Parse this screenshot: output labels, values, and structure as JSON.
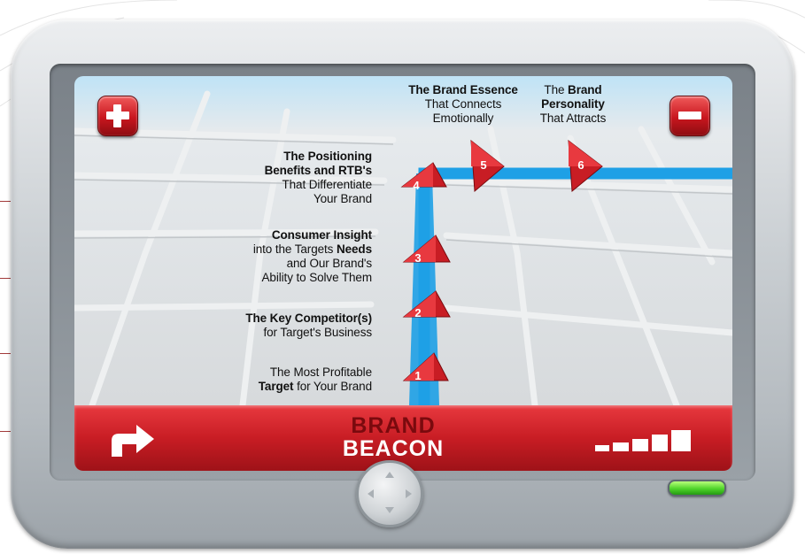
{
  "app": {
    "brand_line1": "BRAND",
    "brand_line2": "BEACON"
  },
  "controls": {
    "zoom_in_icon": "plus-icon",
    "zoom_out_icon": "minus-icon",
    "turn_icon": "turn-right-arrow-icon",
    "signal_icon": "signal-strength-icon",
    "dpad_icon": "directional-pad-icon",
    "power_icon": "power-indicator-light"
  },
  "steps": [
    {
      "number": "1",
      "line1_a": "The Most Profitable",
      "line2_b": "Target",
      "line2_a": " for Your Brand"
    },
    {
      "number": "2",
      "line1_b": "The Key Competitor(s)",
      "line2_a": "for Target's Business"
    },
    {
      "number": "3",
      "line1_b": "Consumer Insight",
      "line2_a": "into the Targets ",
      "line2_b": "Needs",
      "line3_a": "and Our Brand's",
      "line4_a": "Ability to Solve Them"
    },
    {
      "number": "4",
      "line1_b": "The Positioning",
      "line2_b": "Benefits and RTB's",
      "line3_a": "That Differentiate",
      "line4_a": "Your Brand"
    },
    {
      "number": "5",
      "line1_b": "The Brand Essence",
      "line2_a": "That Connects",
      "line3_a": "Emotionally"
    },
    {
      "number": "6",
      "line1_a": "The ",
      "line1_b": "Brand",
      "line2_b": "Personality",
      "line3_a": "That Attracts"
    }
  ],
  "colors": {
    "route": "#1ea0e6",
    "marker": "#c81d24",
    "bar": "#c81d24",
    "power": "#4fd42a"
  }
}
